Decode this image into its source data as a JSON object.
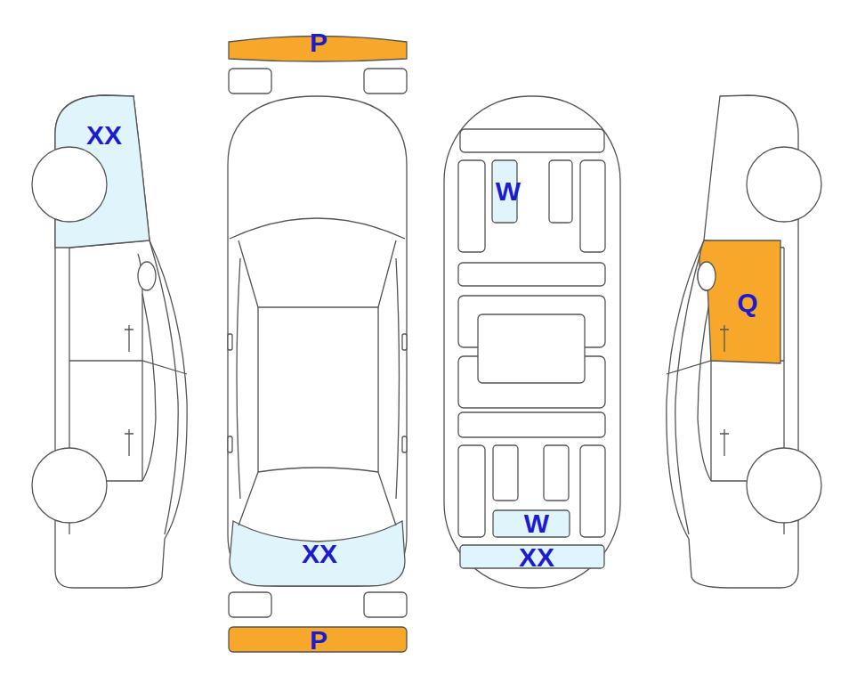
{
  "diagram": {
    "labels": [
      "P",
      "XX",
      "W",
      "Q",
      "W",
      "XX",
      "XX",
      "P"
    ]
  }
}
